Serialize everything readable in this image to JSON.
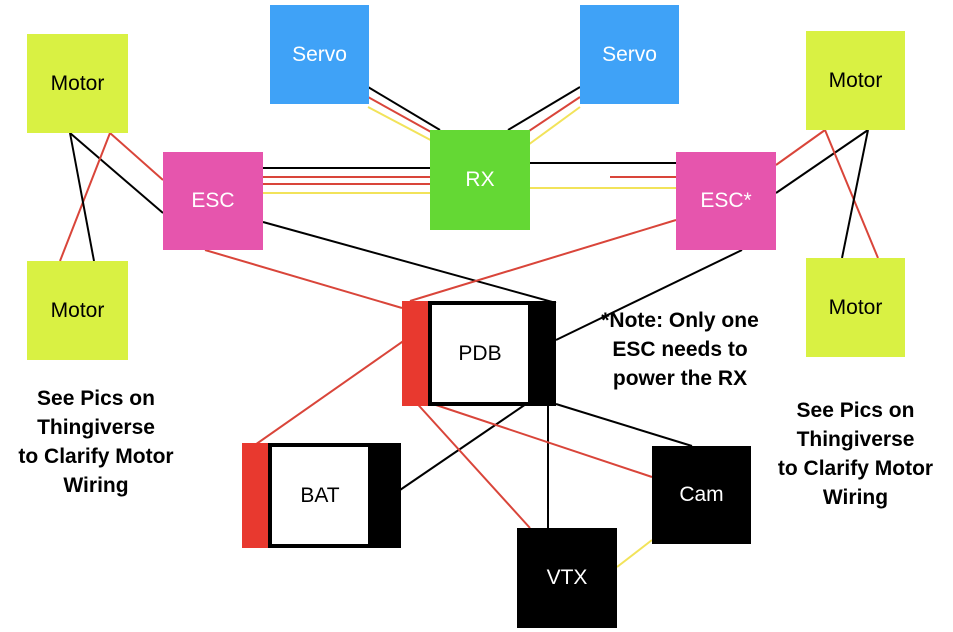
{
  "nodes": {
    "motor_tl": "Motor",
    "motor_bl": "Motor",
    "motor_tr": "Motor",
    "motor_br": "Motor",
    "servo_l": "Servo",
    "servo_r": "Servo",
    "esc_l": "ESC",
    "esc_r": "ESC*",
    "rx": "RX",
    "pdb": "PDB",
    "bat": "BAT",
    "cam": "Cam",
    "vtx": "VTX"
  },
  "notes": {
    "esc_note": [
      "*Note:  Only one",
      "ESC needs to",
      "power the RX"
    ],
    "left_note": [
      "See Pics on",
      "Thingiverse",
      "to Clarify Motor",
      "Wiring"
    ],
    "right_note": [
      "See Pics on",
      "Thingiverse",
      "to Clarify Motor",
      "Wiring"
    ]
  },
  "colors": {
    "motor": "#d9f143",
    "servo": "#3fa2f7",
    "esc": "#e655ad",
    "rx": "#64d834",
    "wire_red": "#d9453a",
    "wire_black": "#000000",
    "wire_yellow": "#f2e35a"
  }
}
